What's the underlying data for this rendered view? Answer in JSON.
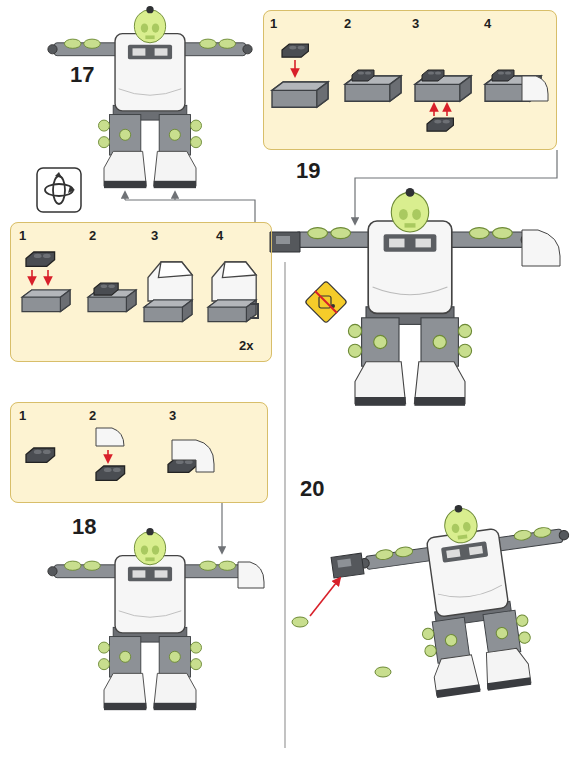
{
  "diagram": {
    "nodes": [
      {
        "text": [
          "1",
          "2",
          "3",
          "4"
        ]
      },
      {
        "text": [
          "1",
          "2",
          "3",
          "4",
          "2x"
        ]
      },
      {
        "text": [
          "1",
          "2",
          "3"
        ]
      }
    ],
    "labels": [
      "17",
      "19",
      "18",
      "20"
    ]
  }
}
